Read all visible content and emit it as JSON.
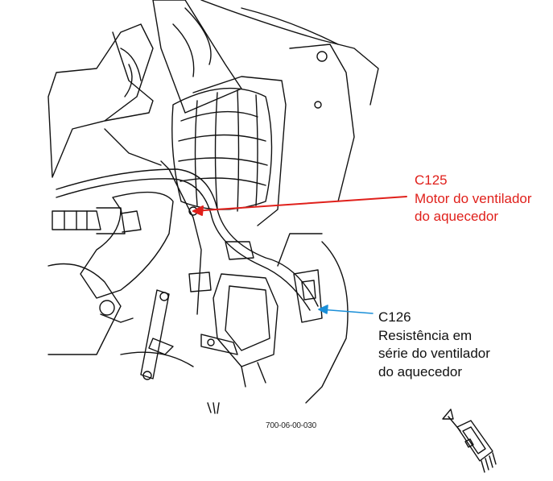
{
  "callouts": [
    {
      "code": "C125",
      "lines": [
        "Motor do ventilador",
        "do aquecedor"
      ],
      "color": "#e0201b"
    },
    {
      "code": "C126",
      "lines": [
        "Resistência em",
        "série do ventilador",
        "do aquecedor"
      ],
      "color": "#1a8fd8"
    }
  ],
  "figure_code": "700-06-00-030",
  "icons": [
    "connector-end-view-icon",
    "arrow-icon"
  ]
}
